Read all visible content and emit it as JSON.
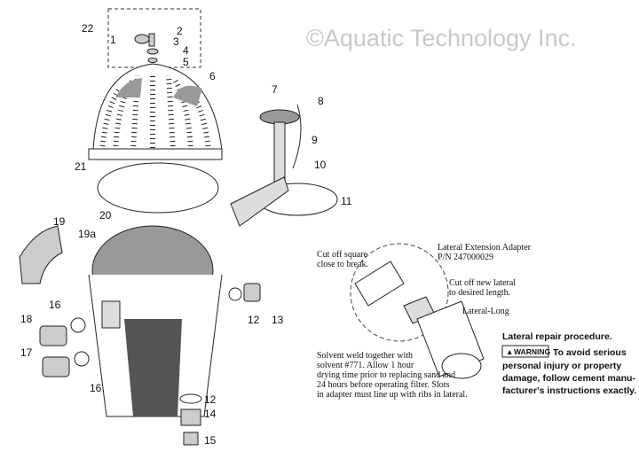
{
  "watermark": "©Aquatic Technology Inc.",
  "callouts": {
    "c22": "22",
    "c1": "1",
    "c2": "2",
    "c3": "3",
    "c4": "4",
    "c5": "5",
    "c6": "6",
    "c7": "7",
    "c8": "8",
    "c9": "9",
    "c10": "10",
    "c11": "11",
    "c21": "21",
    "c20": "20",
    "c19": "19",
    "c19a": "19a",
    "c16a": "16",
    "c18": "18",
    "c17": "17",
    "c16b": "16",
    "c12a": "12",
    "c13": "13",
    "c12b": "12",
    "c14": "14",
    "c15": "15"
  },
  "detail": {
    "cut_square": [
      "Cut off square",
      "close to break."
    ],
    "adapter": [
      "Lateral Extension Adapter",
      "P/N 247000029"
    ],
    "cut_new": [
      "Cut off new lateral",
      "to desired length."
    ],
    "lateral_long": "Lateral-Long",
    "solvent": [
      "Solvent weld together with",
      "solvent #771. Allow 1 hour",
      "drying time prior to replacing sand and",
      "24 hours before operating filter. Slots",
      "in adapter must line up with ribs in lateral."
    ]
  },
  "procedure": {
    "title": "Lateral repair procedure.",
    "warning_badge": "WARNING",
    "warning_icon": "warning-triangle-icon",
    "lines": [
      "To avoid serious",
      "personal injury or property",
      "damage, follow cement manu-",
      "facturer's instructions exactly."
    ]
  }
}
